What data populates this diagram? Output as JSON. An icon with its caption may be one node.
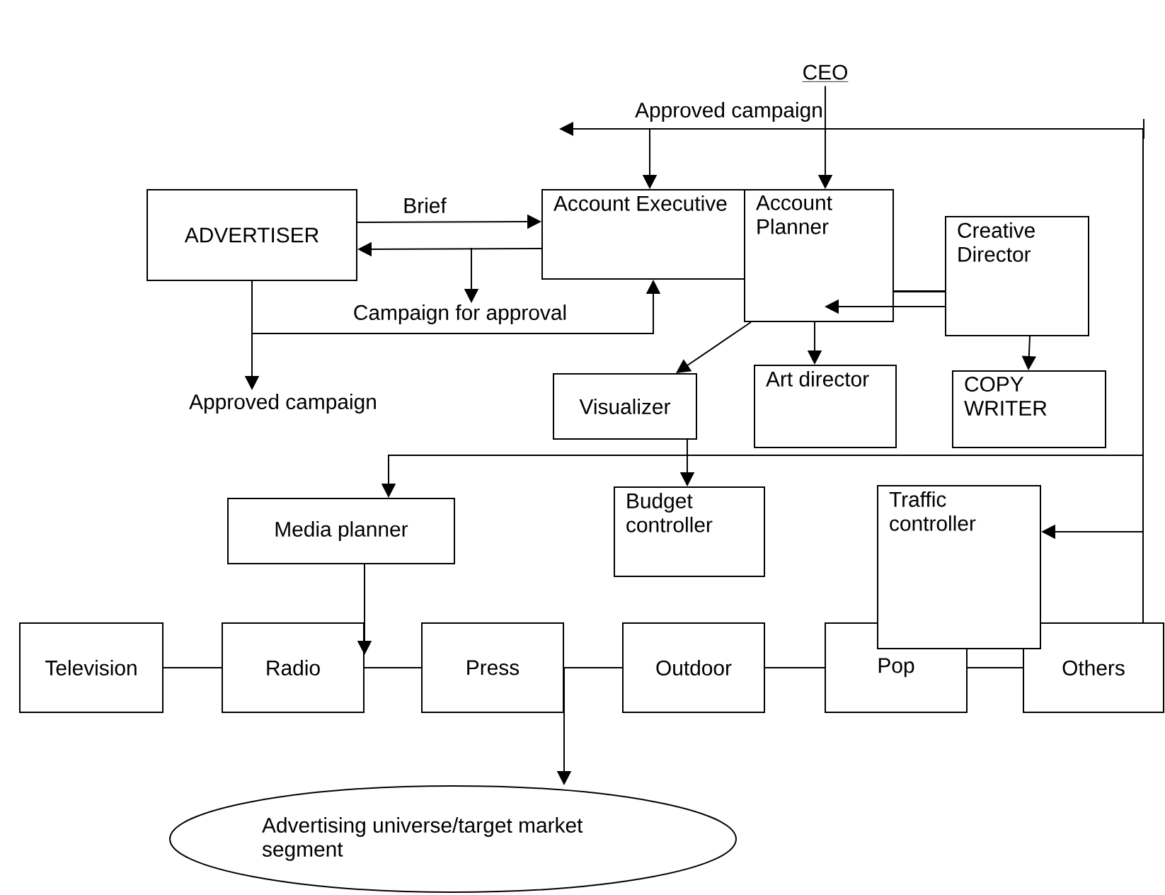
{
  "diagram": {
    "nodes": [
      {
        "text": [
          "CEO"
        ]
      },
      {
        "text": [
          "ADVERTISER"
        ]
      },
      {
        "text": [
          "Account Executive"
        ]
      },
      {
        "text": [
          "Account Planner"
        ]
      },
      {
        "text": [
          "Creative Director"
        ]
      },
      {
        "text": [
          "Visualizer"
        ]
      },
      {
        "text": [
          "Art director"
        ]
      },
      {
        "text": [
          "COPY WRITER"
        ]
      },
      {
        "text": [
          "Media planner"
        ]
      },
      {
        "text": [
          "Budget controller"
        ]
      },
      {
        "text": [
          "Traffic controller"
        ]
      },
      {
        "text": [
          "Television"
        ]
      },
      {
        "text": [
          "Radio"
        ]
      },
      {
        "text": [
          "Press"
        ]
      },
      {
        "text": [
          "Outdoor"
        ]
      },
      {
        "text": [
          "Pop"
        ]
      },
      {
        "text": [
          "Others"
        ]
      },
      {
        "text": [
          "Advertising universe/target market segment"
        ]
      },
      {
        "text": [
          "Approved campaign"
        ]
      }
    ],
    "edges": [
      {
        "from": 1,
        "to": 2,
        "arrow": "to",
        "label": "Brief"
      },
      {
        "from": 2,
        "to": 1,
        "arrow": "to"
      },
      {
        "from": 1,
        "to": 18,
        "arrow": "to"
      },
      {
        "from": 1,
        "to": 2,
        "arrow": "to",
        "label": "Campaign for approval"
      },
      {
        "from": 0,
        "to": 3,
        "arrow": "to"
      },
      {
        "from": 16,
        "to": 2,
        "arrow": "to",
        "label": "Approved campaign"
      },
      {
        "from": 16,
        "to": null,
        "arrow": "to"
      },
      {
        "from": 16,
        "to": 10,
        "arrow": "to"
      },
      {
        "from": 16,
        "to": 8,
        "arrow": "to"
      },
      {
        "from": 5,
        "to": 9,
        "arrow": "to"
      },
      {
        "from": 3,
        "to": 5,
        "arrow": "to"
      },
      {
        "from": 3,
        "to": 6,
        "arrow": "to"
      },
      {
        "from": 4,
        "to": 3,
        "arrow": "to"
      },
      {
        "from": 4,
        "to": 7,
        "arrow": "to"
      },
      {
        "from": 8,
        "to": 12,
        "arrow": "to"
      },
      {
        "from": 11,
        "to": 12,
        "arrow": "none"
      },
      {
        "from": 12,
        "to": 13,
        "arrow": "none"
      },
      {
        "from": 13,
        "to": 14,
        "arrow": "none"
      },
      {
        "from": 14,
        "to": 15,
        "arrow": "none"
      },
      {
        "from": 15,
        "to": 16,
        "arrow": "none"
      },
      {
        "from": 13,
        "to": 17,
        "arrow": "to"
      },
      {
        "from": 4,
        "to": 3,
        "arrow": "none"
      }
    ]
  }
}
